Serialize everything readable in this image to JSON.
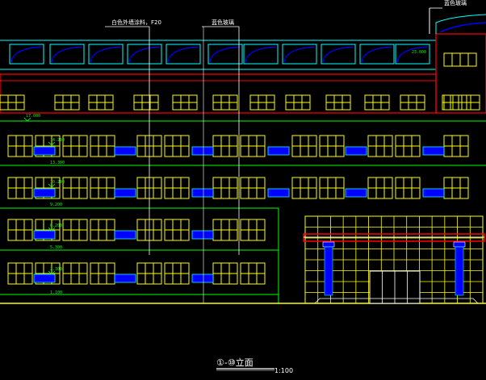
{
  "drawing": {
    "title": "①-⑩立面",
    "scale": "1:100",
    "annotation_left": "白色外墙涂料，F20",
    "annotation_mid": "蓝色玻璃",
    "annotation_topright": "蓝色玻璃"
  },
  "elevations": [
    "23.000",
    "17.000",
    "14.200",
    "13.300",
    "10.200",
    "9.200",
    "6.200",
    "5.300",
    "2.300",
    "1.100"
  ],
  "colors": {
    "background": "#000000",
    "window_frame": "#ffff00",
    "glass": "#0000ff",
    "dim_text": "#00ff00",
    "roof_band": "#ff0000",
    "roof_edge": "#00ffff",
    "leader": "#ffffff"
  }
}
